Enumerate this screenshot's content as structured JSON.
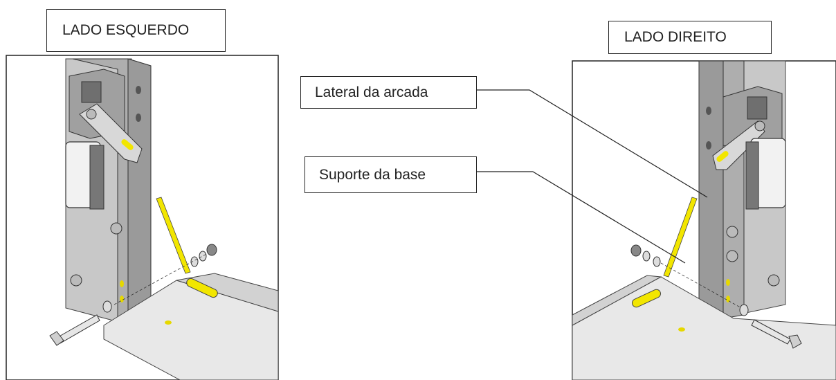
{
  "labels": {
    "left_side": "LADO ESQUERDO",
    "right_side": "LADO DIREITO",
    "callout_arch_side": "Lateral da arcada",
    "callout_base_support": "Suporte da base"
  },
  "colors": {
    "frame": "#b9b9b9",
    "frame_dark": "#8f8f8f",
    "highlight": "#f2e600",
    "outline": "#333333"
  }
}
